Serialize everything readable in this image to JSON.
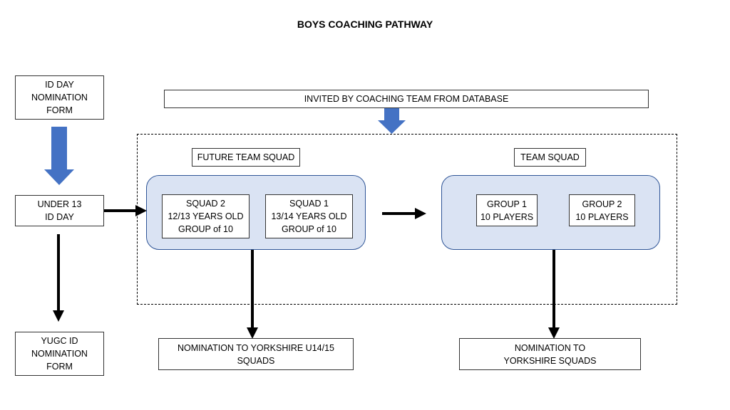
{
  "title": "BOYS COACHING PATHWAY",
  "nodes": {
    "id_day_form": "ID DAY\nNOMINATION\nFORM",
    "under13": "UNDER 13\nID DAY",
    "yugc_form": "YUGC ID\nNOMINATION\nFORM",
    "invited": "INVITED BY COACHING TEAM FROM DATABASE",
    "future_team_squad": "FUTURE TEAM SQUAD",
    "squad2": "SQUAD 2\n12/13 YEARS OLD\nGROUP of 10",
    "squad1": "SQUAD 1\n13/14 YEARS OLD\nGROUP of 10",
    "team_squad": "TEAM SQUAD",
    "group1": "GROUP 1\n10 PLAYERS",
    "group2": "GROUP 2\n10 PLAYERS",
    "nom_u1415": "NOMINATION TO YORKSHIRE U14/15\nSQUADS",
    "nom_yorkshire": "NOMINATION TO\nYORKSHIRE SQUADS"
  },
  "colors": {
    "block_arrow": "#4472c4",
    "panel_fill": "#dae3f3",
    "panel_border": "#2f5597"
  }
}
